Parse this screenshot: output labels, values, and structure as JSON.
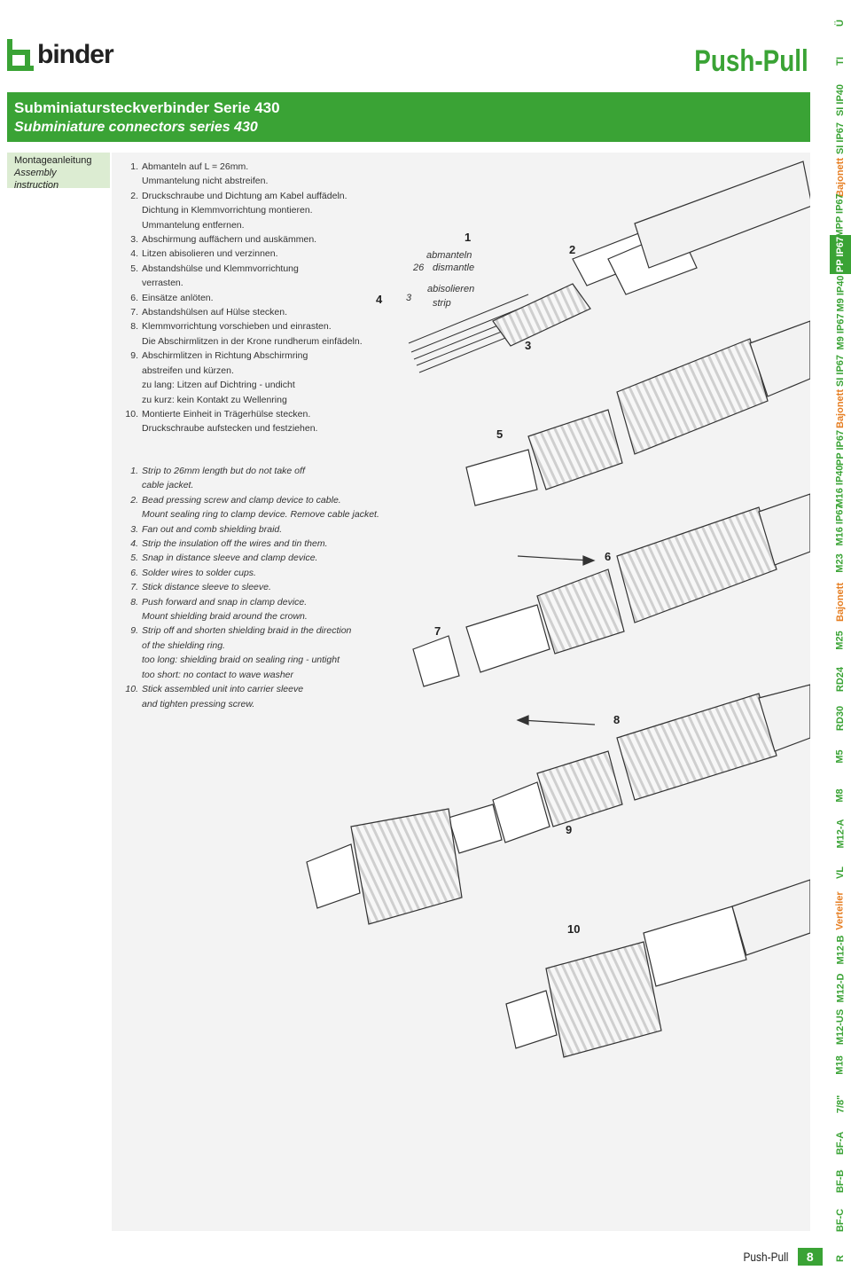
{
  "logo": {
    "text": "binder"
  },
  "page_title": "Push-Pull",
  "banner": {
    "title_de": "Subminiatursteckverbinder Serie 430",
    "title_en": "Subminiature connectors series 430"
  },
  "section": {
    "label_de": "Montageanleitung",
    "label_en": "Assembly instruction"
  },
  "steps_de": [
    {
      "n": "1.",
      "t": "Abmanteln auf L = 26mm.\nUmmantelung nicht abstreifen."
    },
    {
      "n": "2.",
      "t": "Druckschraube und Dichtung am Kabel auffädeln.\nDichtung in Klemmvorrichtung montieren.\nUmmantelung entfernen."
    },
    {
      "n": "3.",
      "t": "Abschirmung auffächern und auskämmen."
    },
    {
      "n": "4.",
      "t": "Litzen abisolieren und verzinnen."
    },
    {
      "n": "5.",
      "t": "Abstandshülse und Klemmvorrichtung\nverrasten."
    },
    {
      "n": "6.",
      "t": "Einsätze anlöten."
    },
    {
      "n": "7.",
      "t": "Abstandshülsen auf Hülse stecken."
    },
    {
      "n": "8.",
      "t": "Klemmvorrichtung vorschieben und einrasten.\nDie Abschirmlitzen in der Krone rundherum einfädeln."
    },
    {
      "n": "9.",
      "t": "Abschirmlitzen in Richtung Abschirmring\nabstreifen und kürzen.\nzu lang:    Litzen auf Dichtring - undicht\nzu kurz:    kein Kontakt zu Wellenring"
    },
    {
      "n": "10.",
      "t": "Montierte Einheit in Trägerhülse stecken.\nDruckschraube aufstecken und festziehen."
    }
  ],
  "steps_en": [
    {
      "n": "1.",
      "t": "Strip to 26mm length but do not take off\ncable jacket."
    },
    {
      "n": "2.",
      "t": "Bead pressing screw and clamp device to cable.\nMount sealing ring to clamp device. Remove cable jacket."
    },
    {
      "n": "3.",
      "t": "Fan out and comb shielding braid."
    },
    {
      "n": "4.",
      "t": "Strip the insulation off the wires and tin them."
    },
    {
      "n": "5.",
      "t": "Snap in distance sleeve and clamp device."
    },
    {
      "n": "6.",
      "t": "Solder wires to solder cups."
    },
    {
      "n": "7.",
      "t": "Stick distance sleeve to sleeve."
    },
    {
      "n": "8.",
      "t": "Push forward  and snap in clamp device.\nMount shielding braid around the crown."
    },
    {
      "n": "9.",
      "t": "Strip off and shorten shielding braid in the direction\nof the shielding ring.\ntoo long:   shielding braid on sealing ring - untight\ntoo short:  no contact to wave washer"
    },
    {
      "n": "10.",
      "t": "Stick assembled unit into carrier sleeve\nand tighten pressing screw."
    }
  ],
  "figure": {
    "step_numbers": [
      "1",
      "2",
      "3",
      "4",
      "5",
      "6",
      "7",
      "8",
      "9",
      "10"
    ],
    "dim_26": "26",
    "dim_3": "3",
    "label_abmanteln": "abmanteln",
    "label_dismantle": "dismantle",
    "label_abisolieren": "abisolieren",
    "label_strip": "strip"
  },
  "side_tabs": [
    {
      "label": "Ü",
      "state": "normal"
    },
    {
      "label": "TI",
      "state": "normal"
    },
    {
      "label": "SI IP40",
      "state": "normal"
    },
    {
      "label": "SI IP67",
      "state": "normal"
    },
    {
      "label": "Bajonett",
      "state": "orange"
    },
    {
      "label": "MPP IP67",
      "state": "normal"
    },
    {
      "label": "PP IP67",
      "state": "active"
    },
    {
      "label": "M9 IP40",
      "state": "normal"
    },
    {
      "label": "M9 IP67",
      "state": "normal"
    },
    {
      "label": "SI IP67",
      "state": "normal"
    },
    {
      "label": "Bajonett",
      "state": "orange"
    },
    {
      "label": "PP IP67",
      "state": "normal"
    },
    {
      "label": "M16 IP40",
      "state": "normal"
    },
    {
      "label": "M16 IP67",
      "state": "normal"
    },
    {
      "label": "M23",
      "state": "normal"
    },
    {
      "label": "Bajonett",
      "state": "orange"
    },
    {
      "label": "M25",
      "state": "normal"
    },
    {
      "label": "RD24",
      "state": "normal"
    },
    {
      "label": "RD30",
      "state": "normal"
    },
    {
      "label": "M5",
      "state": "normal"
    },
    {
      "label": "M8",
      "state": "normal"
    },
    {
      "label": "M12-A",
      "state": "normal"
    },
    {
      "label": "VL",
      "state": "normal"
    },
    {
      "label": "Verteiler",
      "state": "orange"
    },
    {
      "label": "M12-B",
      "state": "normal"
    },
    {
      "label": "M12-D",
      "state": "normal"
    },
    {
      "label": "M12-US",
      "state": "normal"
    },
    {
      "label": "M18",
      "state": "normal"
    },
    {
      "label": "7/8\"",
      "state": "normal"
    },
    {
      "label": "BF-A",
      "state": "normal"
    },
    {
      "label": "BF-B",
      "state": "normal"
    },
    {
      "label": "BF-C",
      "state": "normal"
    },
    {
      "label": "R",
      "state": "normal"
    }
  ],
  "footer": {
    "title": "Push-Pull",
    "page": "8"
  },
  "colors": {
    "accent": "#3aa335",
    "accent_light": "#dcecd2",
    "orange": "#e67e22",
    "content_bg": "#f3f3f3"
  }
}
